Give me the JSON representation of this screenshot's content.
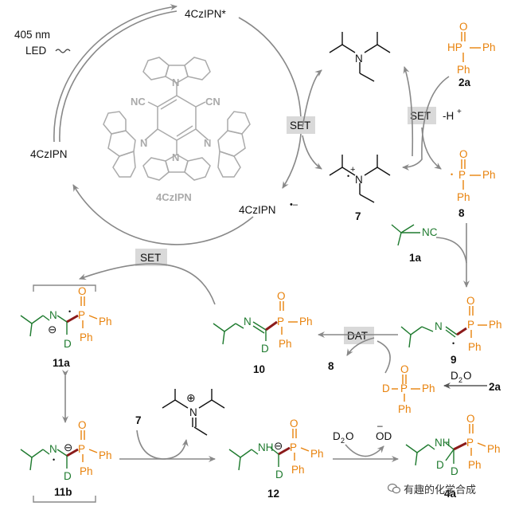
{
  "labels": {
    "excited": "4CzIPN*",
    "ground": "4CzIPN",
    "reduced": "4CzIPN",
    "reduced_charge": "•–",
    "led": "405 nm",
    "led2": "LED",
    "catalyst_name": "4CzIPN",
    "set1": "SET",
    "set2": "SET",
    "set3": "SET",
    "set_hplus": "-H",
    "set_hplus_sup": "+",
    "dat": "DAT",
    "d2o_1": "D",
    "d2o_1b": "O",
    "d2o_2": "D",
    "d2o_2b": "O",
    "od": "OD",
    "od_minus": "–"
  },
  "compounds": {
    "c2a": "2a",
    "c2a_b": "2a",
    "c7": "7",
    "c7_b": "7",
    "c8": "8",
    "c8_b": "8",
    "c1a": "1a",
    "c9": "9",
    "c10": "10",
    "c11a": "11a",
    "c11b": "11b",
    "c12": "12",
    "c4a": "4a"
  },
  "atoms": {
    "P": "P",
    "O": "O",
    "H": "H",
    "Ph": "Ph",
    "N": "N",
    "NC": "NC",
    "D": "D",
    "nplus": "+",
    "radical": "•",
    "minus": "–",
    "minus_circle": "⊖",
    "plus_circle": "⊕"
  },
  "watermark": "有趣的化学合成",
  "colors": {
    "orange": "#e8820c",
    "green": "#1e7a2e",
    "dark_red": "#8b1a1a",
    "gray_structure": "#aaaaaa",
    "arrow_gray": "#888888",
    "box_fill": "#d9d9d9"
  }
}
